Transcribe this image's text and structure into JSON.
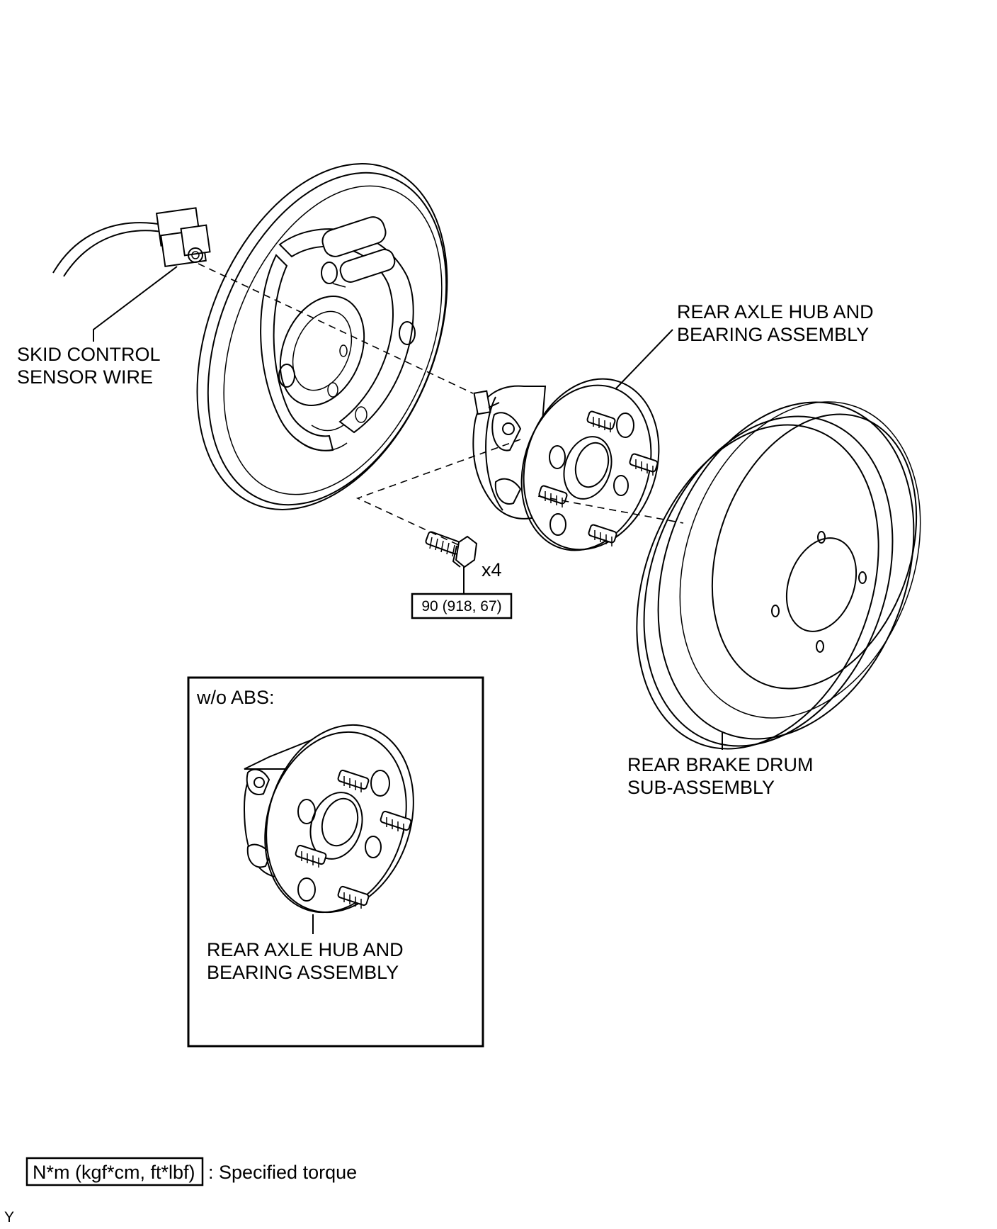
{
  "labels": {
    "skid_sensor": [
      "SKID CONTROL",
      "SENSOR WIRE"
    ],
    "hub_main": [
      "REAR AXLE HUB AND",
      "BEARING ASSEMBLY"
    ],
    "drum": [
      "REAR BRAKE DRUM",
      "SUB-ASSEMBLY"
    ],
    "bolt_qty": "x4",
    "torque": "90 (918, 67)",
    "inset_title": "w/o ABS:",
    "hub_inset": [
      "REAR AXLE HUB AND",
      "BEARING ASSEMBLY"
    ]
  },
  "legend": {
    "unit": "N*m (kgf*cm, ft*lbf)",
    "text": ": Specified torque"
  },
  "footer_code": "Y"
}
